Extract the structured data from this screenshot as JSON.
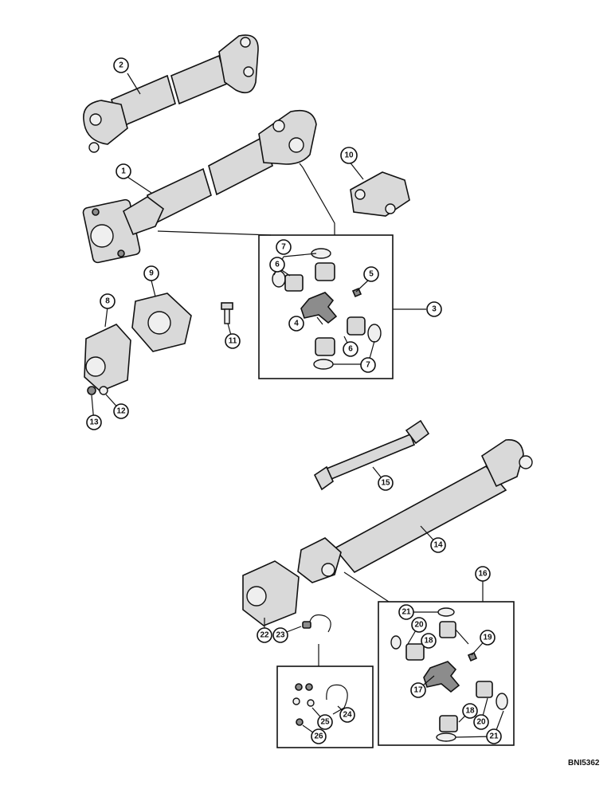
{
  "drawing_number": "BNI5362",
  "callouts": [
    {
      "id": "c1",
      "label": "1"
    },
    {
      "id": "c2",
      "label": "2"
    },
    {
      "id": "c3",
      "label": "3"
    },
    {
      "id": "c4",
      "label": "4"
    },
    {
      "id": "c5",
      "label": "5"
    },
    {
      "id": "c6a",
      "label": "6"
    },
    {
      "id": "c6b",
      "label": "6"
    },
    {
      "id": "c7a",
      "label": "7"
    },
    {
      "id": "c7b",
      "label": "7"
    },
    {
      "id": "c8",
      "label": "8"
    },
    {
      "id": "c9",
      "label": "9"
    },
    {
      "id": "c10",
      "label": "10"
    },
    {
      "id": "c11",
      "label": "11"
    },
    {
      "id": "c12",
      "label": "12"
    },
    {
      "id": "c13",
      "label": "13"
    },
    {
      "id": "c14",
      "label": "14"
    },
    {
      "id": "c15",
      "label": "15"
    },
    {
      "id": "c16",
      "label": "16"
    },
    {
      "id": "c17",
      "label": "17"
    },
    {
      "id": "c18a",
      "label": "18"
    },
    {
      "id": "c18b",
      "label": "18"
    },
    {
      "id": "c19",
      "label": "19"
    },
    {
      "id": "c20a",
      "label": "20"
    },
    {
      "id": "c20b",
      "label": "20"
    },
    {
      "id": "c21a",
      "label": "21"
    },
    {
      "id": "c21b",
      "label": "21"
    },
    {
      "id": "c22",
      "label": "22"
    },
    {
      "id": "c23",
      "label": "23"
    },
    {
      "id": "c24",
      "label": "24"
    },
    {
      "id": "c25",
      "label": "25"
    },
    {
      "id": "c26",
      "label": "26"
    }
  ]
}
